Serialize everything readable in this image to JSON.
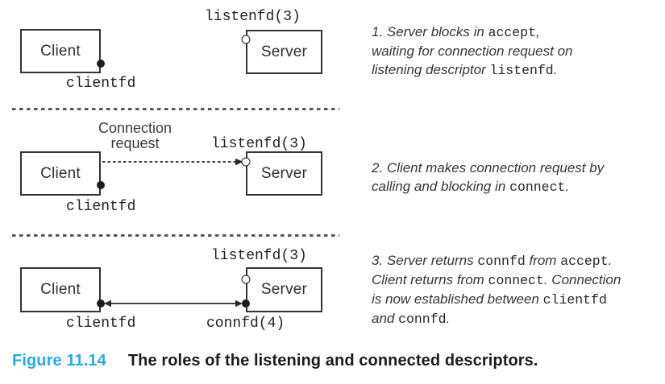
{
  "colors": {
    "accent": "#2aa9e0",
    "ink": "#1f1f24",
    "line": "#333336"
  },
  "labels": {
    "client": "Client",
    "server": "Server",
    "clientfd": "clientfd",
    "listenfd": "listenfd(3)",
    "connfd": "connfd(4)",
    "connection_request": "Connection\nrequest"
  },
  "notes": {
    "n1": [
      [
        {
          "t": "1. Server blocks in "
        },
        {
          "t": "accept",
          "m": 1
        },
        {
          "t": ","
        }
      ],
      [
        {
          "t": "waiting for connection request on"
        }
      ],
      [
        {
          "t": "listening descriptor "
        },
        {
          "t": "listenfd",
          "m": 1
        },
        {
          "t": "."
        }
      ]
    ],
    "n2": [
      [
        {
          "t": "2. Client makes connection request by"
        }
      ],
      [
        {
          "t": "calling and blocking in "
        },
        {
          "t": "connect",
          "m": 1
        },
        {
          "t": "."
        }
      ]
    ],
    "n3": [
      [
        {
          "t": "3. Server returns "
        },
        {
          "t": "connfd",
          "m": 1
        },
        {
          "t": " from "
        },
        {
          "t": "accept",
          "m": 1
        },
        {
          "t": "."
        }
      ],
      [
        {
          "t": "Client returns from "
        },
        {
          "t": "connect",
          "m": 1
        },
        {
          "t": ". Connection"
        }
      ],
      [
        {
          "t": "is now established between "
        },
        {
          "t": "clientfd",
          "m": 1
        }
      ],
      [
        {
          "t": "and "
        },
        {
          "t": "connfd",
          "m": 1
        },
        {
          "t": "."
        }
      ]
    ]
  },
  "caption": {
    "figure_number": "Figure 11.14",
    "figure_title": "The roles of the listening and connected descriptors."
  }
}
